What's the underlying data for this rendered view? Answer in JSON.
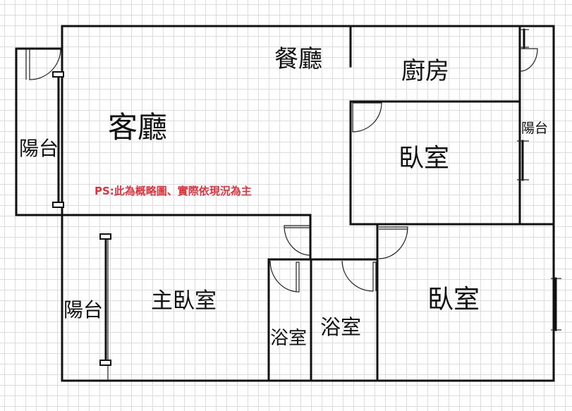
{
  "rooms": {
    "dining": "餐廳",
    "kitchen": "廚房",
    "living": "客廳",
    "balcony_left": "陽台",
    "bedroom_upper": "臥室",
    "balcony_right": "陽台",
    "master_bedroom": "主臥室",
    "balcony_master": "陽台",
    "bathroom_small": "浴室",
    "bathroom": "浴室",
    "bedroom_lower": "臥室"
  },
  "note": "PS:此為概略圖、實際依現況為主",
  "colors": {
    "note": "#e0323c",
    "wall": "#111111",
    "grid": "#dcdcdc"
  }
}
